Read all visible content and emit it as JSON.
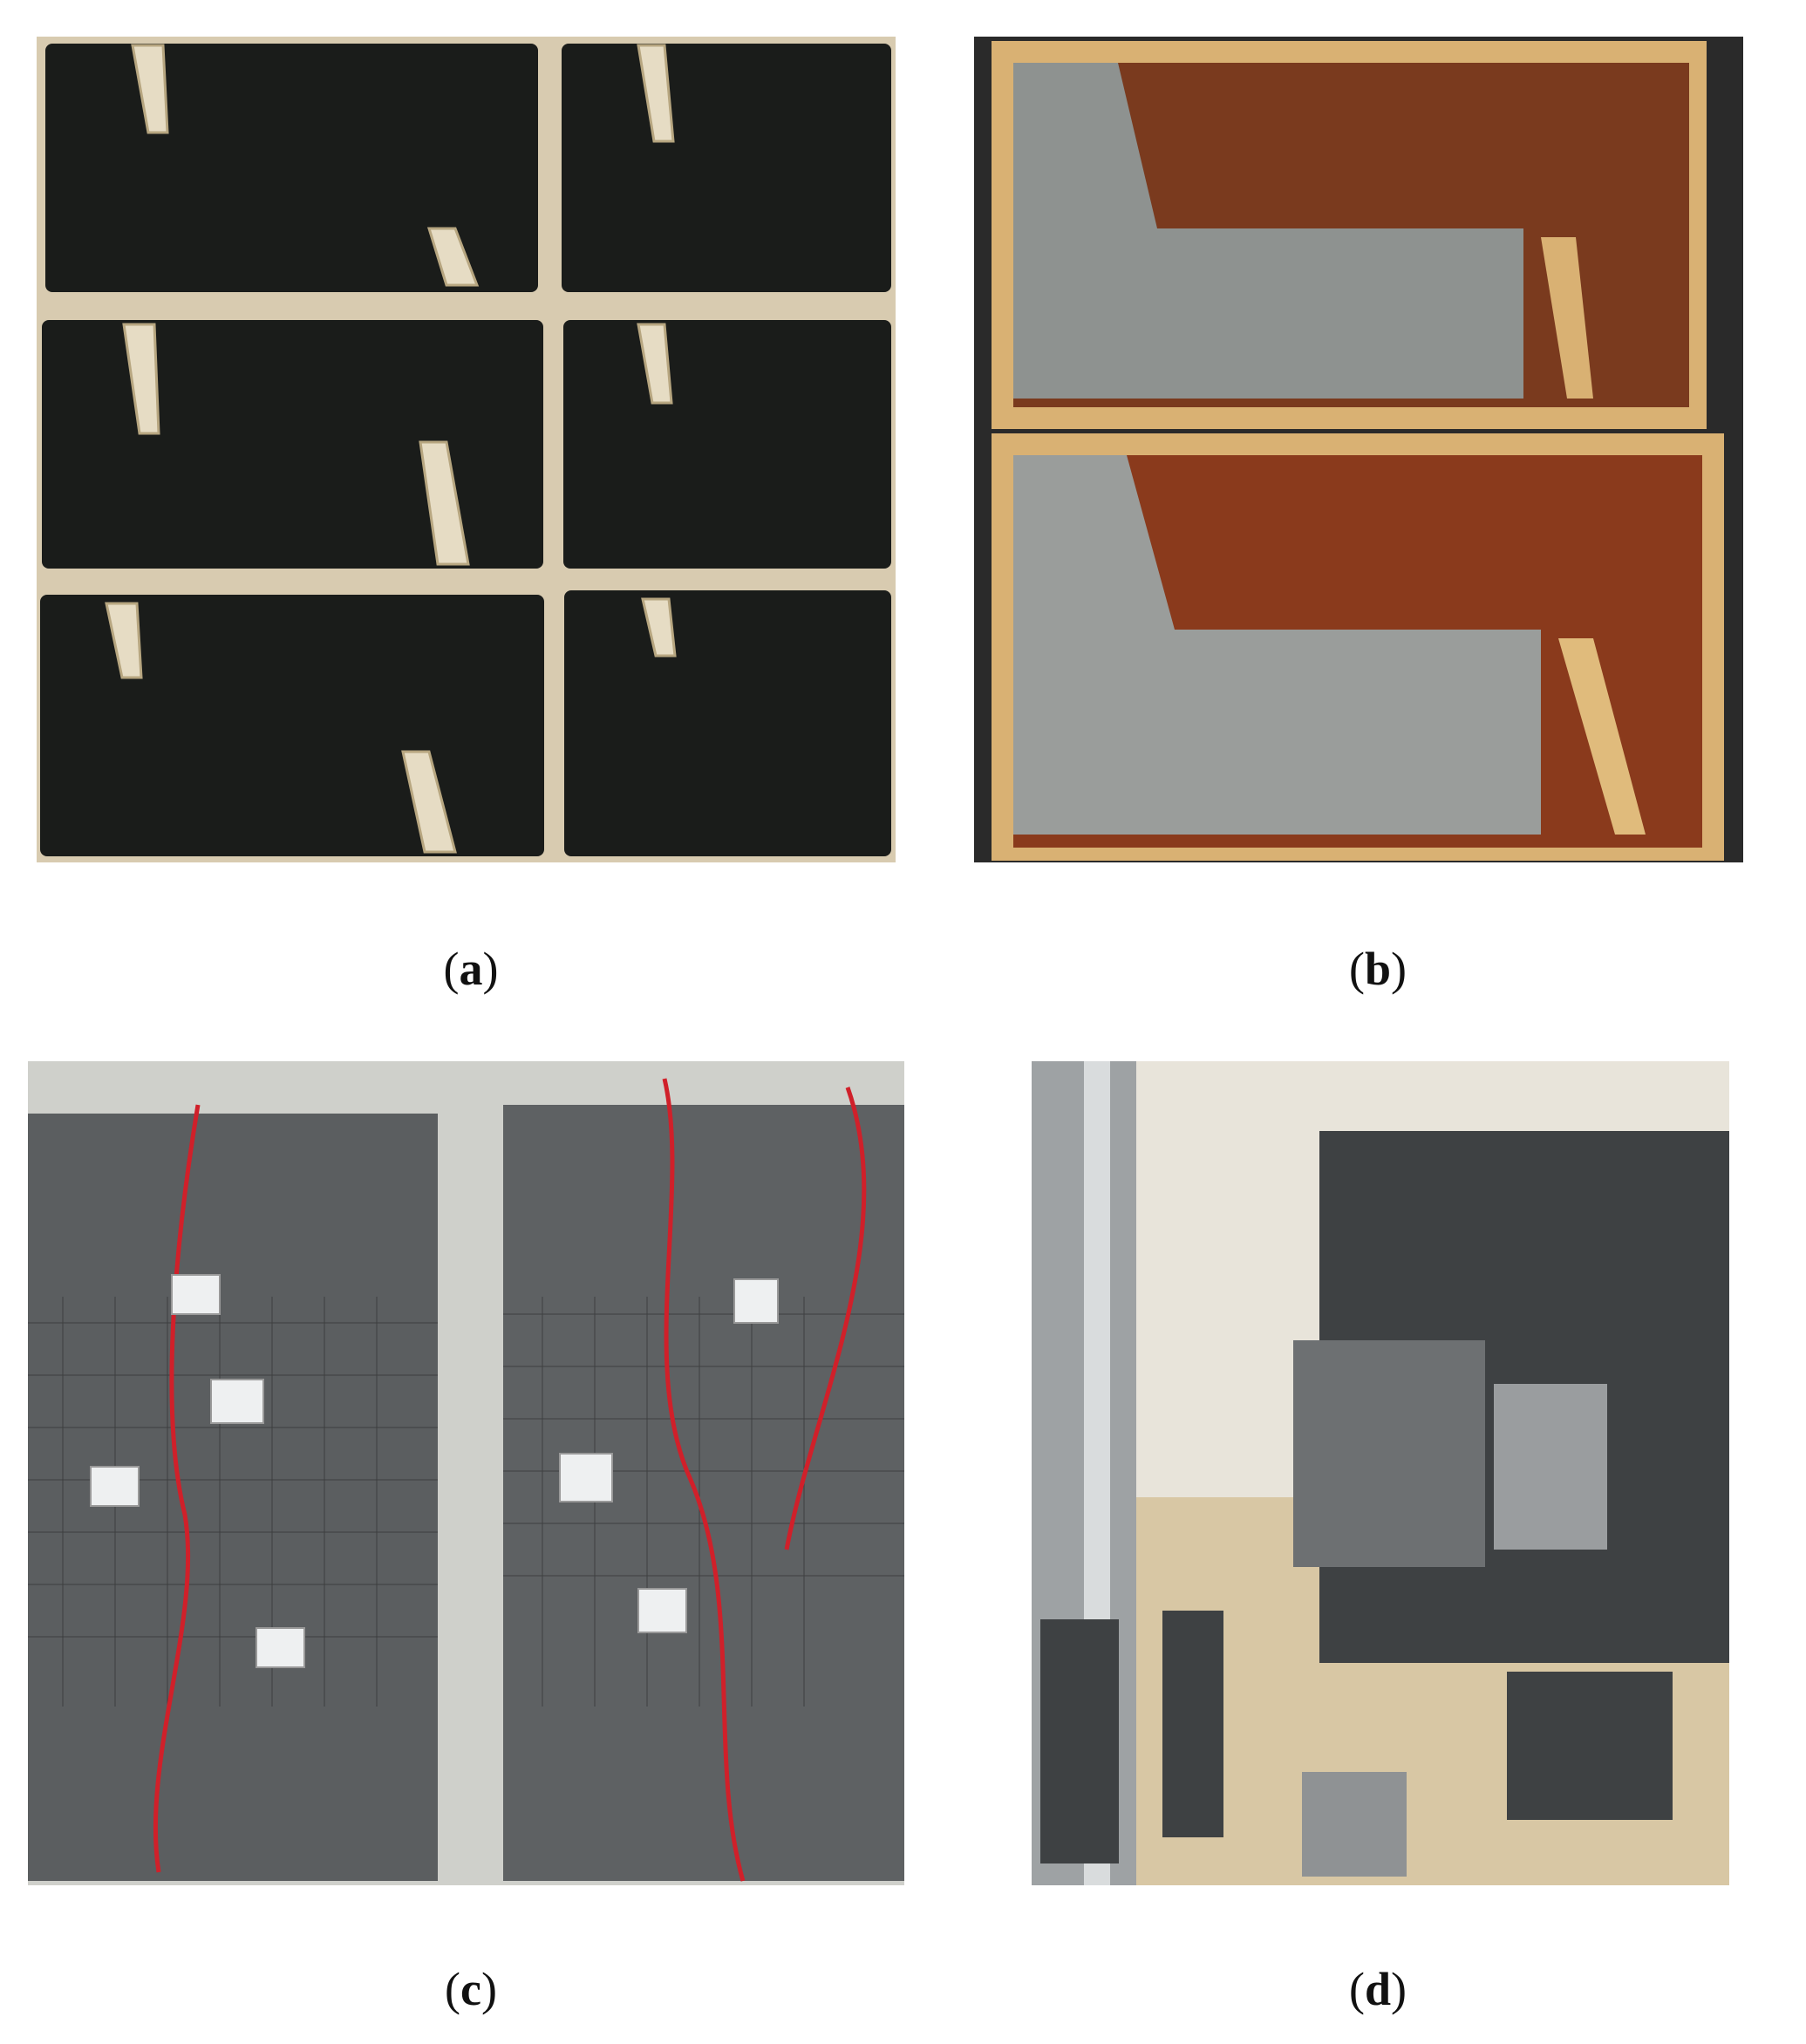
{
  "figure": {
    "panels": [
      {
        "id": "a",
        "open": "(",
        "letter": "a",
        "close": ")"
      },
      {
        "id": "b",
        "open": "(",
        "letter": "b",
        "close": ")"
      },
      {
        "id": "c",
        "open": "(",
        "letter": "c",
        "close": ")"
      },
      {
        "id": "d",
        "open": "(",
        "letter": "d",
        "close": ")"
      }
    ]
  }
}
